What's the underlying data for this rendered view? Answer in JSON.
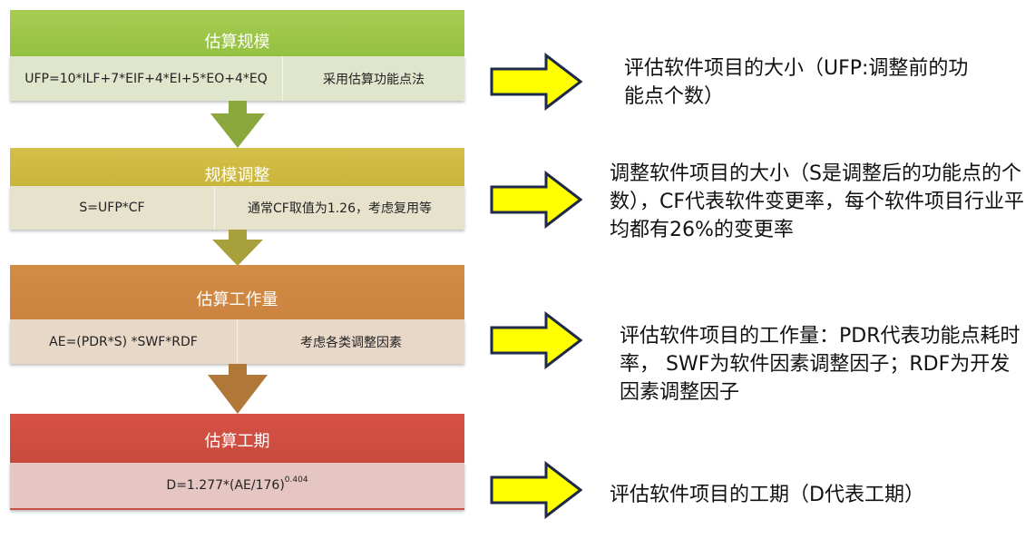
{
  "steps": [
    {
      "title": "估算规模",
      "formula": "UFP=10*ILF+7*EIF+4*EI+5*EO+4*EQ",
      "note": "采用估算功能点法",
      "color": "#9cc446"
    },
    {
      "title": "规模调整",
      "formula": "S=UFP*CF",
      "note": "通常CF取值为1.26，考虑复用等",
      "color": "#cbb93e"
    },
    {
      "title": "估算工作量",
      "formula": "AE=(PDR*S) *SWF*RDF",
      "note": "考虑各类调整因素",
      "color": "#d0883f"
    },
    {
      "title": "估算工期",
      "formula_base": "D=1.277*(AE/176)",
      "formula_exp": "0.404",
      "color": "#cf5042"
    }
  ],
  "descriptions": [
    "评估软件项目的大小（UFP:调整前的功能点个数）",
    "调整软件项目的大小（S是调整后的功能点的个数），CF代表软件变更率，每个软件项目行业平均都有26%的变更率",
    "评估软件项目的工作量：PDR代表功能点耗时率， SWF为软件因素调整因子；RDF为开发因素调整因子",
    "评估软件项目的工期（D代表工期）"
  ],
  "colors": {
    "arrow_fill": "#ffff00",
    "arrow_stroke": "#1f2a4a"
  }
}
